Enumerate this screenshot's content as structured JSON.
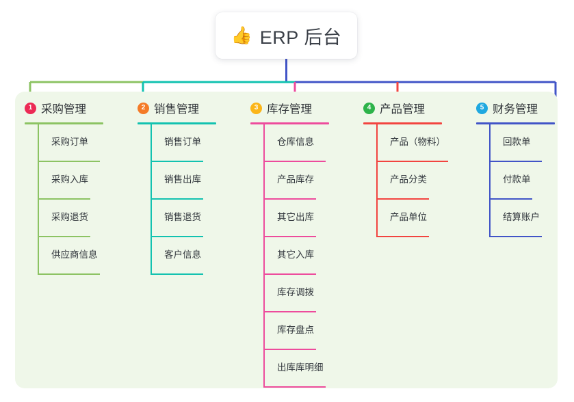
{
  "diagram": {
    "type": "mind-map",
    "root": {
      "icon": "thumbs-up-icon",
      "icon_glyph": "👍",
      "title": "ERP 后台"
    },
    "panel_color": "#eff7e9",
    "branches": [
      {
        "number": "1",
        "title": "采购管理",
        "color": "#8cc363",
        "rule_color": "#8cc363",
        "badge_color": "#ec2a55",
        "children": [
          "采购订单",
          "采购入库",
          "采购退货",
          "供应商信息"
        ]
      },
      {
        "number": "2",
        "title": "销售管理",
        "color": "#12c2b0",
        "rule_color": "#12c2b0",
        "badge_color": "#f47b28",
        "children": [
          "销售订单",
          "销售出库",
          "销售退货",
          "客户信息"
        ]
      },
      {
        "number": "3",
        "title": "库存管理",
        "color": "#ed4b9c",
        "rule_color": "#ed4b9c",
        "badge_color": "#fbb518",
        "children": [
          "仓库信息",
          "产品库存",
          "其它出库",
          "其它入库",
          "库存调拨",
          "库存盘点",
          "出库库明细"
        ]
      },
      {
        "number": "4",
        "title": "产品管理",
        "color": "#f2443f",
        "rule_color": "#f2443f",
        "badge_color": "#2db34a",
        "children": [
          "产品（物料）",
          "产品分类",
          "产品单位"
        ]
      },
      {
        "number": "5",
        "title": "财务管理",
        "color": "#4154c7",
        "rule_color": "#4154c7",
        "badge_color": "#1fa8e0",
        "children": [
          "回款单",
          "付款单",
          "结算账户"
        ]
      }
    ]
  }
}
